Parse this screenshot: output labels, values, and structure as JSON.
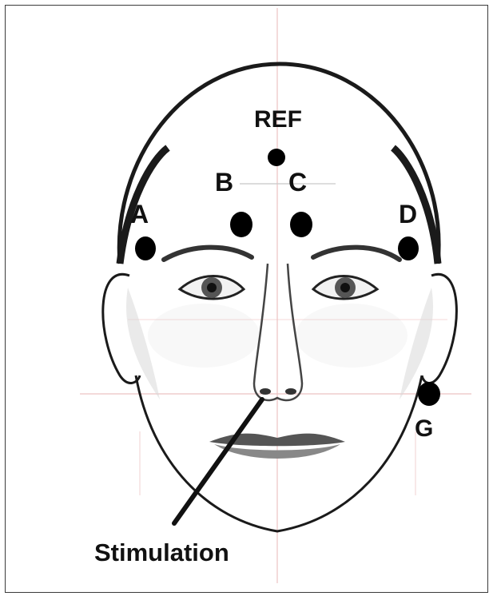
{
  "figure": {
    "labels": {
      "ref": "REF",
      "a": "A",
      "b": "B",
      "c": "C",
      "d": "D",
      "g": "G",
      "stimulation": "Stimulation"
    },
    "colors": {
      "electrode": "#000000",
      "outline": "#1a1a1a",
      "guide": "#e8b4b4",
      "shade": "#d9d9d9"
    }
  }
}
